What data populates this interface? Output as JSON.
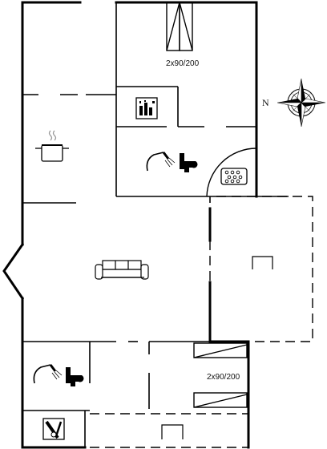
{
  "plan": {
    "bedroom_top_label": "2x90/200",
    "bedroom_bottom_label": "2x90/200",
    "compass_label": "N"
  },
  "icons": {
    "kitchen": "cooking-pot-icon",
    "shower": "shower-icon",
    "toilet": "toilet-icon",
    "washer": "washing-machine-icon",
    "hot_tub": "hot-tub-icon",
    "sofa": "sofa-icon",
    "compass": "compass-rose-icon"
  },
  "colors": {
    "wall": "#000000",
    "dash": "#000000",
    "background": "#ffffff"
  }
}
